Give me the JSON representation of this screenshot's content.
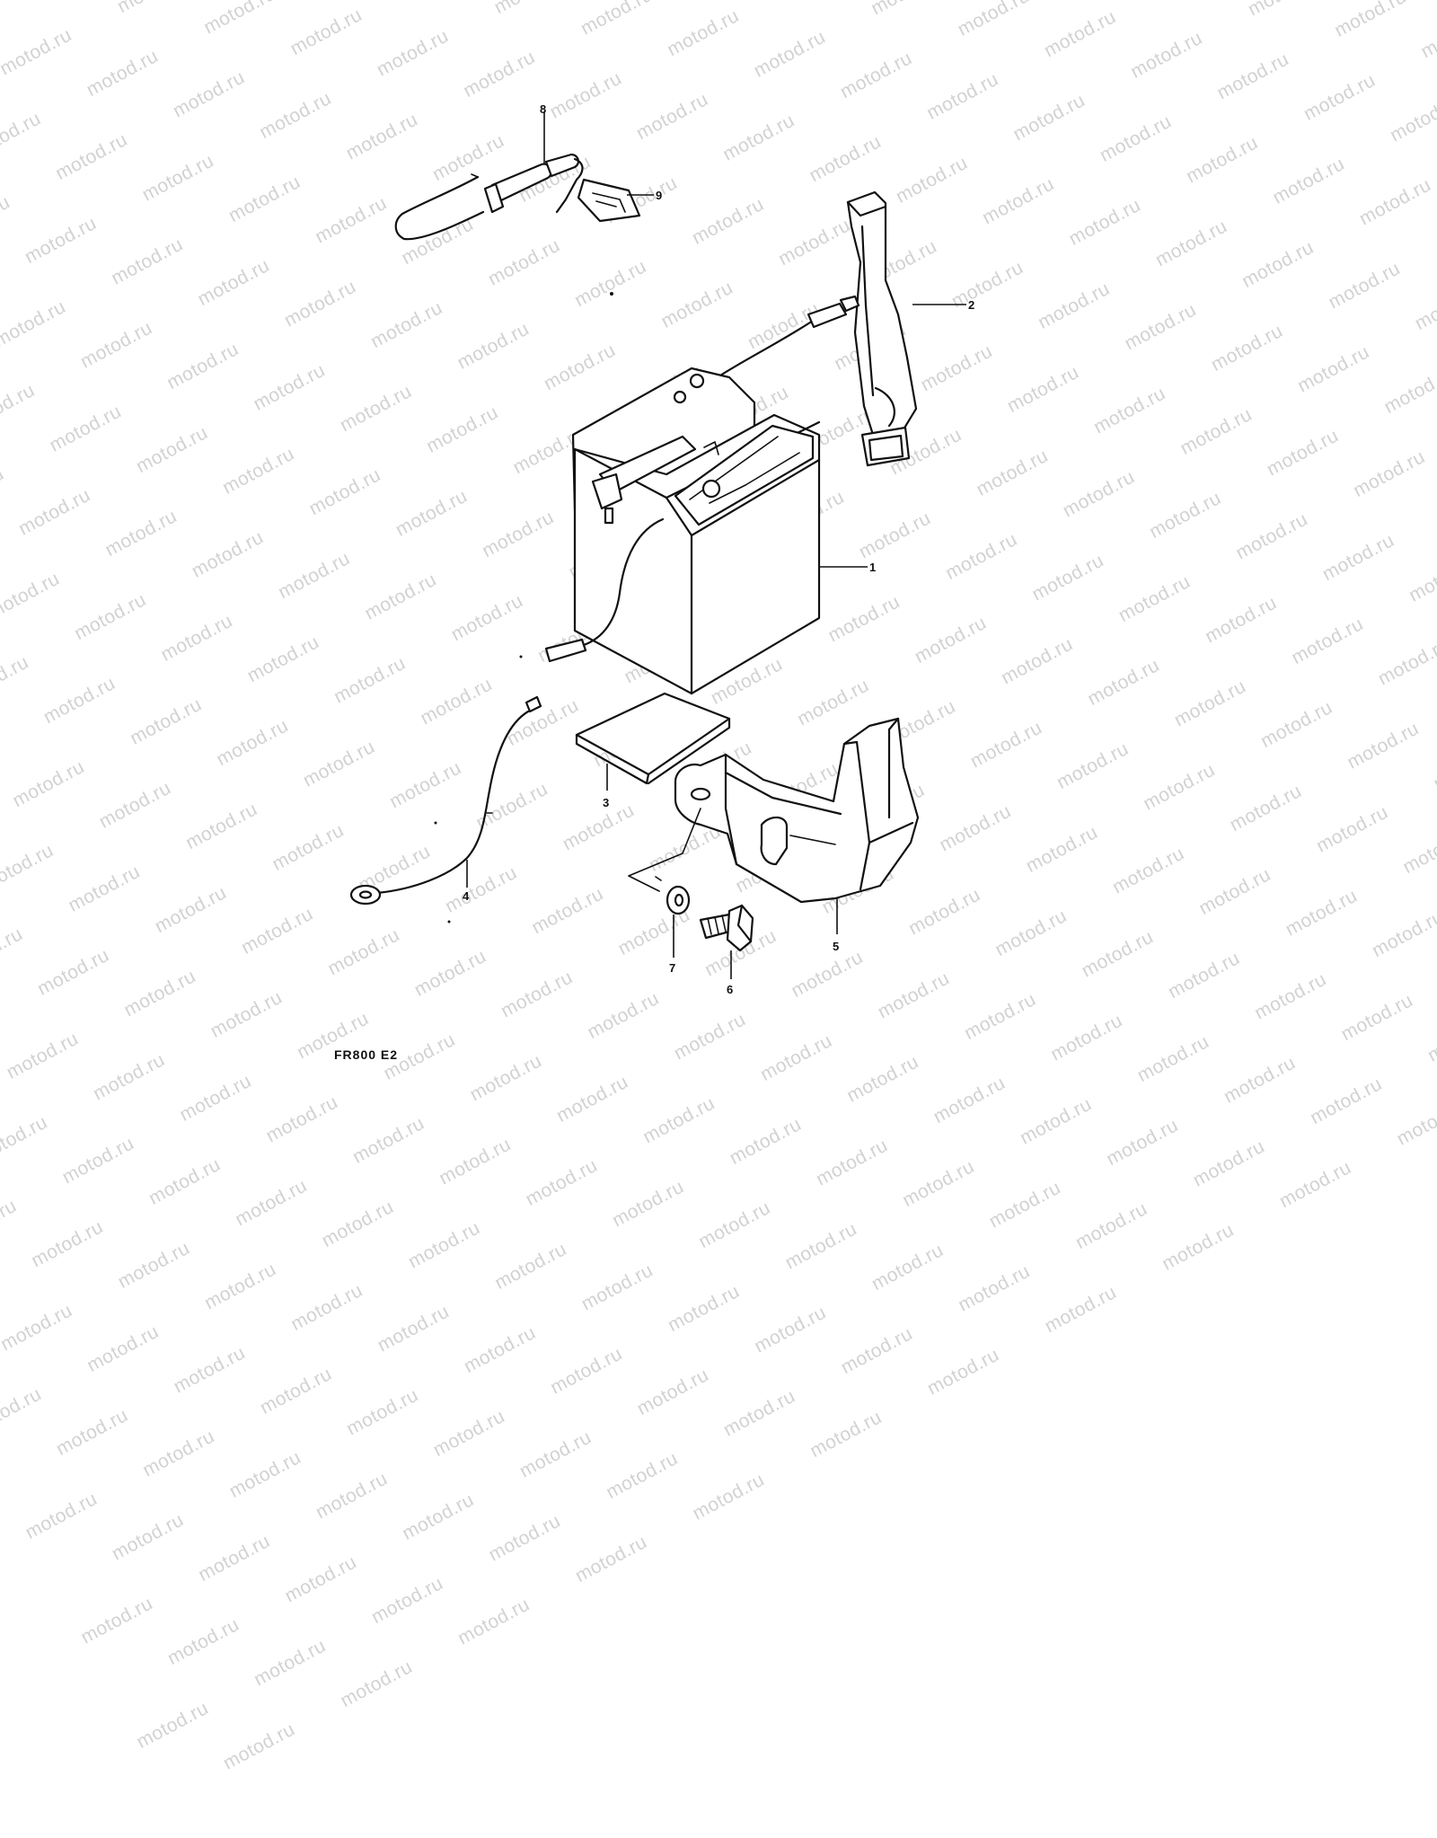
{
  "watermark": {
    "text": "motod.ru",
    "color": "#d2d2d2"
  },
  "model_code": "FR800 E2",
  "callouts": {
    "battery": "1",
    "battery_band": "2",
    "battery_pad": "3",
    "ground_lead": "4",
    "battery_holder": "5",
    "bolt": "6",
    "washer": "7",
    "fuse_holder": "8",
    "fuse": "9"
  },
  "ink_color": "#111111"
}
